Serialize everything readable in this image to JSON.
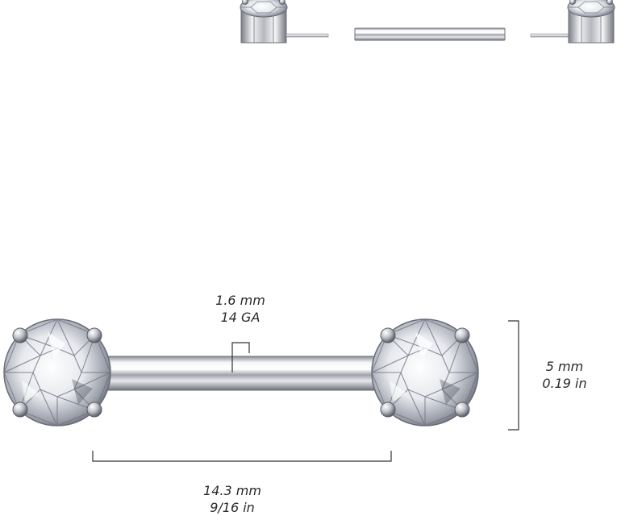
{
  "gauge": {
    "mm": "1.6 mm",
    "ga": "14 GA"
  },
  "ball": {
    "mm": "5 mm",
    "inch": "0.19 in"
  },
  "length": {
    "mm": "14.3 mm",
    "inch": "9/16 in"
  },
  "colors": {
    "metal_light": "#f4f4f6",
    "metal_mid": "#c9cbd0",
    "metal_dark": "#7d8088",
    "gem_light": "#ffffff",
    "gem_dark": "#555a66",
    "dimension_line": "#333333"
  }
}
